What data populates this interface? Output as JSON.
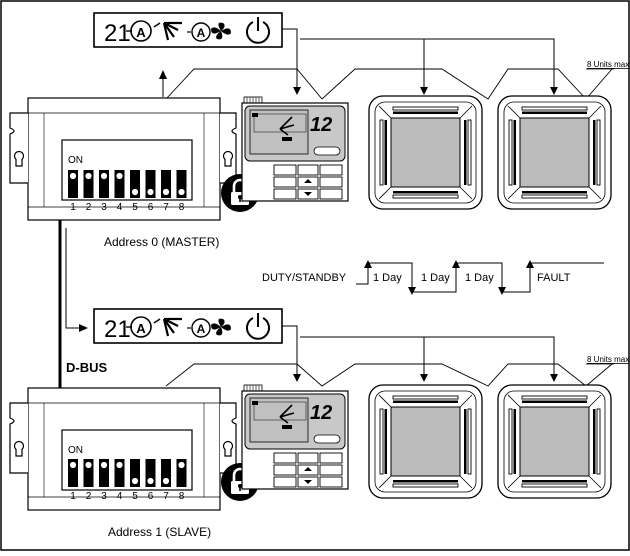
{
  "master": {
    "status_temp": "21",
    "address_label": "Address 0 (MASTER)",
    "units_label": "8 Units max",
    "dip_on_label": "ON",
    "dip_numbers": [
      "1",
      "2",
      "3",
      "4",
      "5",
      "6",
      "7",
      "8"
    ],
    "dip_positions": [
      "up",
      "up",
      "up",
      "up",
      "down",
      "down",
      "down",
      "down"
    ],
    "remote_display": "12"
  },
  "slave": {
    "status_temp": "21",
    "address_label": "Address 1 (SLAVE)",
    "units_label": "8 Units max",
    "dip_on_label": "ON",
    "dip_numbers": [
      "1",
      "2",
      "3",
      "4",
      "5",
      "6",
      "7",
      "8"
    ],
    "dip_positions": [
      "up",
      "up",
      "up",
      "up",
      "down",
      "down",
      "down",
      "up"
    ],
    "remote_display": "12"
  },
  "timeline": {
    "start_label": "DUTY/STANDBY",
    "segments": [
      "1 Day",
      "1 Day",
      "1 Day"
    ],
    "end_label": "FAULT"
  },
  "bus_label": "D-BUS",
  "icons": {
    "auto_mode": "A",
    "auto_fan": "A"
  }
}
